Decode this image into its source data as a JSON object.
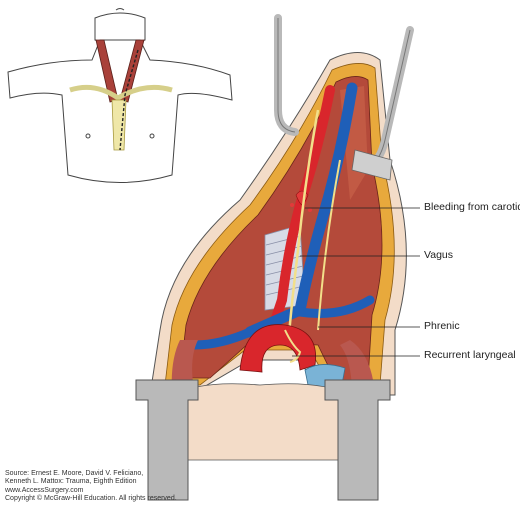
{
  "labels": {
    "bleeding": "Bleeding from carotid",
    "vagus": "Vagus",
    "phrenic": "Phrenic",
    "recurrent": "Recurrent laryngeal"
  },
  "credit": {
    "line1": "Source: Ernest E. Moore, David V. Feliciano,",
    "line2": "Kenneth L. Mattox: Trauma, Eighth Edition",
    "line3": "www.AccessSurgery.com",
    "line4": "Copyright © McGraw-Hill Education. All rights reserved."
  },
  "colors": {
    "artery": "#d9262c",
    "vein": "#1f5fb8",
    "fat": "#e8a93c",
    "muscle": "#a9413a",
    "skin": "#f3dcc8",
    "retractor": "#b9b9b9",
    "nerve": "#f2df8a"
  }
}
